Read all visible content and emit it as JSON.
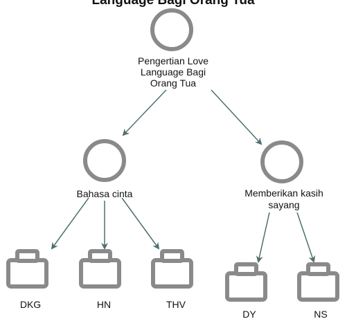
{
  "title": "Language Bagi Orang Tua",
  "root": {
    "lines": [
      "Pengertian Love",
      "Language Bagi",
      "Orang Tua"
    ]
  },
  "branches": {
    "left": {
      "lines": [
        "Bahasa cinta"
      ],
      "leaves": [
        "DKG",
        "HN",
        "THV"
      ]
    },
    "right": {
      "lines": [
        "Memberikan kasih",
        "sayang"
      ],
      "leaves": [
        "DY",
        "NS"
      ]
    }
  },
  "colors": {
    "node_stroke": "#8a8a8a",
    "edge": "#4f6f6f",
    "text": "#111111"
  },
  "icons": {
    "topic": "circle-icon",
    "leaf": "briefcase-icon"
  }
}
